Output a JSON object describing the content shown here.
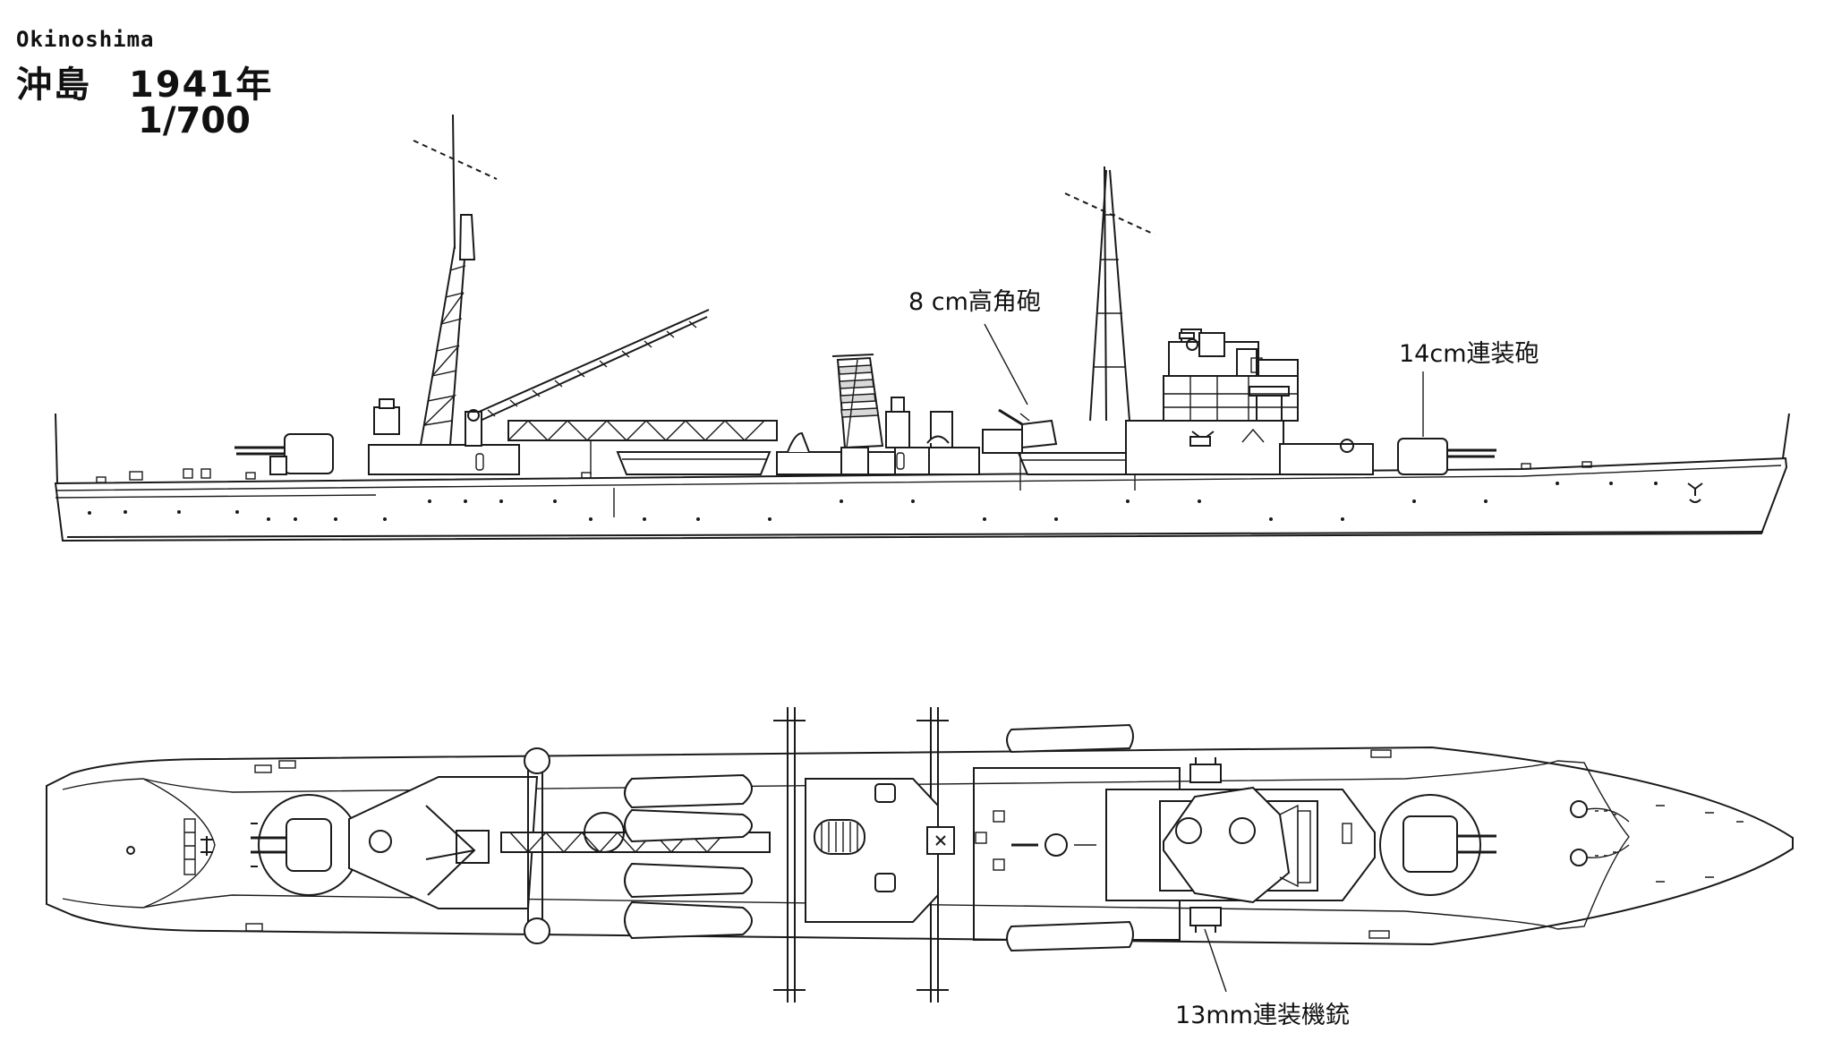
{
  "title": {
    "ship_name_en": "Okinoshima",
    "ship_name_jp": "沖島",
    "year": "1941年",
    "scale": "1/700"
  },
  "annotations": {
    "gun_8cm": "8 cm高角砲",
    "gun_14cm": "14cm連装砲",
    "mg_13mm": "13mm連装機銃"
  }
}
